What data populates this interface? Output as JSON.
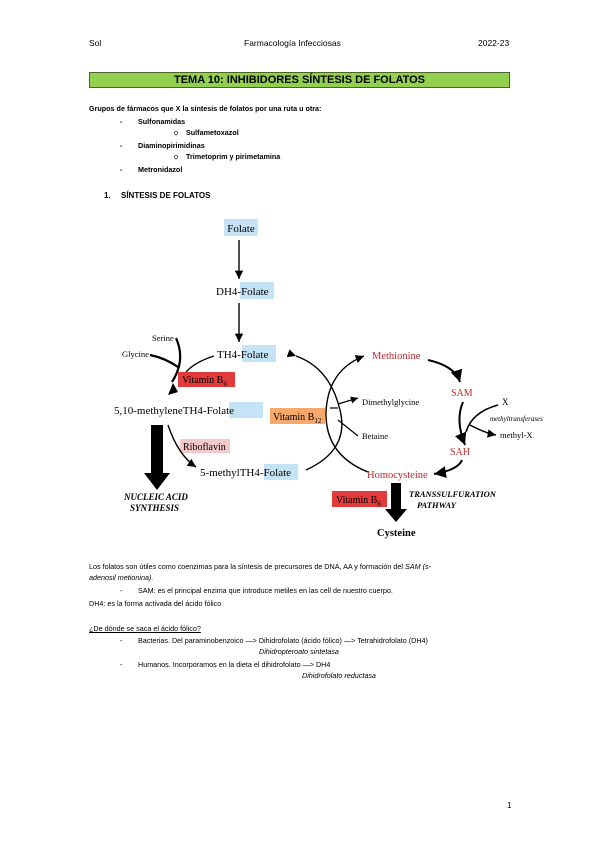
{
  "header": {
    "left": "Sol",
    "center": "Farmacología Infecciosas",
    "right": "2022-23"
  },
  "title": "TEMA 10: INHIBIDORES SÍNTESIS DE FOLATOS",
  "intro": "Grupos de fármacos que X la síntesis de folatos por una ruta u otra:",
  "groups": [
    {
      "bullet": "-",
      "label": "Sulfonamidas",
      "sub_bullet": "o",
      "sub": "Sulfametoxazol"
    },
    {
      "bullet": "-",
      "label": "Diaminopirimidinas",
      "sub_bullet": "o",
      "sub": "Trimetoprim y pirimetamina"
    },
    {
      "bullet": "-",
      "label": "Metronidazol"
    }
  ],
  "section1": {
    "number": "1.",
    "title": "SÍNTESIS DE FOLATOS"
  },
  "diagram": {
    "folate": "Folate",
    "dh4_prefix": "DH4-",
    "dh4_suffix": "Folate",
    "th4_prefix": "TH4-",
    "th4_suffix": "Folate",
    "serine": "Serine",
    "glycine": "Glycine",
    "vitamin_b6": "Vitamin B",
    "b6_sub": "6",
    "methylene_prefix": "5,10-methyleneTH4-",
    "methylene_suffix": "Folate",
    "riboflavin": "Riboflavin",
    "methyl_prefix": "5-methylTH4-",
    "methyl_suffix": "Folate",
    "nucleic_1": "NUCLEIC ACID",
    "nucleic_2": "SYNTHESIS",
    "vitamin_b12": "Vitamin B",
    "b12_sub": "12",
    "dimethylglycine": "Dimethylglycine",
    "betaine": "Betaine",
    "methionine": "Methionine",
    "sam": "SAM",
    "x": "X",
    "methyltransferases": "methyltransferases",
    "methyl_x": "methyl-X",
    "sah": "SAH",
    "homocysteine": "Homocysteine",
    "vitamin_b6b": "Vitamin B",
    "b6b_sub": "6",
    "transsulf_1": "TRANSSULFURATION",
    "transsulf_2": "PATHWAY",
    "cysteine": "Cysteine",
    "colors": {
      "blue_box": "#c5e3f6",
      "red_box": "#e23b3b",
      "pink_box": "#f4c9c9",
      "orange_box": "#f6a96b",
      "red_text": "#c0282d"
    }
  },
  "para1_a": "Los folatos son útiles como coenzimas para la síntesis de precursores de DNA, AA y formación del ",
  "para1_b": "SAM (s-",
  "para1_c": "adenosil metionina).",
  "sam_line": {
    "bullet": "-",
    "text": "SAM: es el principal enzima que introduce metiles en las cell de nuestro cuerpo."
  },
  "dh4_line": "DH4: es la forma activada del ácido fólico",
  "question": "¿De dónde se saca el ácido fólico?",
  "source1": {
    "bullet": "-",
    "text": "Bacterias. Del paraminobenzoico —> Dihidrofolato (ácido fólico) —> Tetrahidrofolato (DH4)",
    "enzyme": "Dihidropteroato sintetasa"
  },
  "source2": {
    "bullet": "-",
    "text": "Humanos. Incorporamos en la dieta el dihidrofolato —> DH4",
    "enzyme": "Dihidrofolato reductasa"
  },
  "page_number": "1"
}
